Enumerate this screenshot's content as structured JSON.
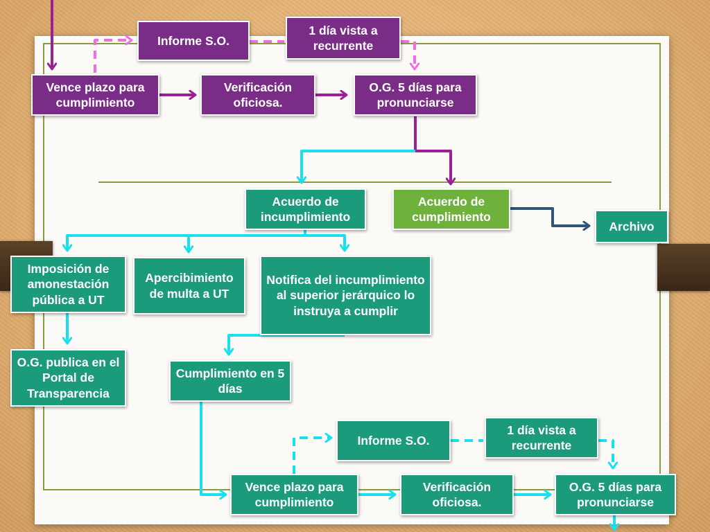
{
  "colors": {
    "purple": "#7a2d87",
    "teal": "#1b9b7b",
    "green": "#6fb23b",
    "arrow_purple": "#9b1f97",
    "arrow_pink": "#ee6fe0",
    "arrow_cyan": "#19e0ef",
    "arrow_navy": "#2f5477"
  },
  "nodes": {
    "informe_top": "Informe S.O.",
    "vista_top": "1 día vista a recurrente",
    "vence_top": "Vence plazo para cumplimiento",
    "verificacion_top": "Verificación oficiosa.",
    "og5_top": "O.G. 5 días para pronunciarse",
    "acuerdo_incumplimiento": "Acuerdo de incumplimiento",
    "acuerdo_cumplimiento": "Acuerdo de cumplimiento",
    "archivo": "Archivo",
    "imposicion": "Imposición de amonestación pública a UT",
    "apercibimiento": "Apercibimiento de multa a UT",
    "notifica": "Notifica del incumplimiento al superior jerárquico lo instruya a cumplir",
    "og_publica": "O.G. publica en el Portal de Transparencia",
    "cumplimiento_5": "Cumplimiento en 5 días",
    "informe_bottom": "Informe S.O.",
    "vista_bottom": "1 día vista a recurrente",
    "vence_bottom": "Vence plazo para cumplimiento",
    "verificacion_bottom": "Verificación oficiosa.",
    "og5_bottom": "O.G. 5 días para pronunciarse"
  }
}
